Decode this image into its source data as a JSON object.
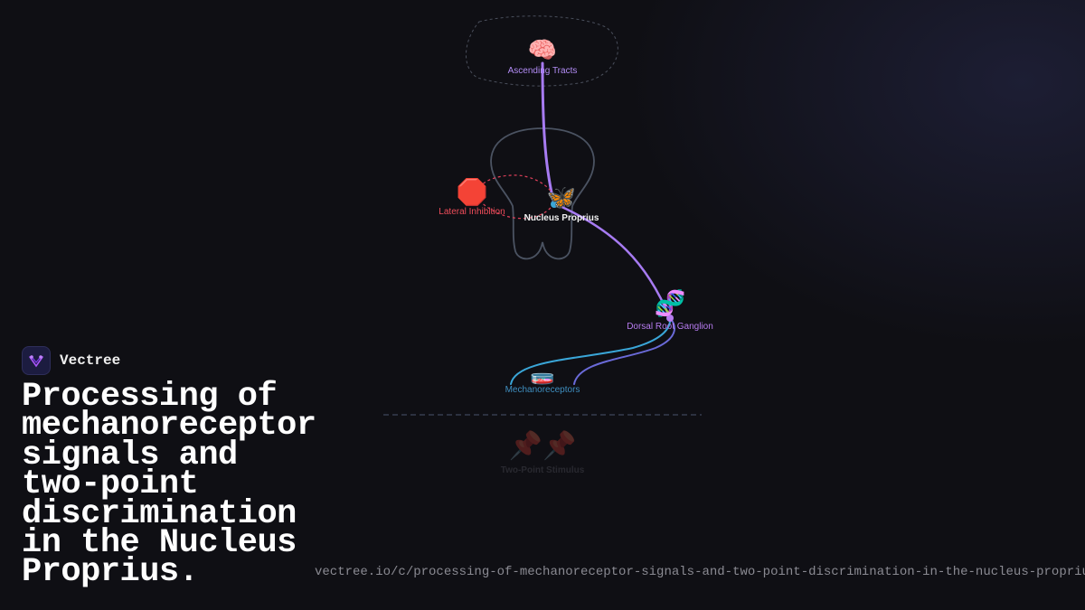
{
  "brand": {
    "name": "Vectree"
  },
  "title": "Processing of mechanoreceptor signals and two-point discrimination in the Nucleus Proprius.",
  "url": "vectree.io/c/processing-of-mechanoreceptor-signals-and-two-point-discrimination-in-the-nucleus-proprius",
  "diagram": {
    "nodes": [
      {
        "id": "ascending",
        "label": "Ascending Tracts",
        "icon": "brain-icon",
        "emoji": "🧠",
        "color": "#b28cf5"
      },
      {
        "id": "inhibition",
        "label": "Lateral Inhibition",
        "icon": "stop-sign-icon",
        "emoji": "🛑",
        "color": "#ef4d5a"
      },
      {
        "id": "nucleus",
        "label": "Nucleus Proprius",
        "icon": "butterfly-icon",
        "emoji": "🦋",
        "color": "#f2f2f2"
      },
      {
        "id": "drg",
        "label": "Dorsal Root Ganglion",
        "icon": "dna-icon",
        "emoji": "🧬",
        "color": "#b77cf0"
      },
      {
        "id": "mechano",
        "label": "Mechanoreceptors",
        "icon": "petri-dish-icon",
        "emoji": "🧫",
        "color": "#3f8fc0"
      },
      {
        "id": "stimulus",
        "label": "Two-Point Stimulus",
        "icon": "pushpin-icon",
        "emoji": "📌📌",
        "color": "#3a3a44"
      }
    ],
    "colors": {
      "pathway": "#a77bf2",
      "afferent": "#3aa6d8",
      "afferent_alt": "#6a6ad8",
      "inhibition": "#e0405a",
      "outline": "#4a5260",
      "skin_line": "#2c3140"
    }
  }
}
